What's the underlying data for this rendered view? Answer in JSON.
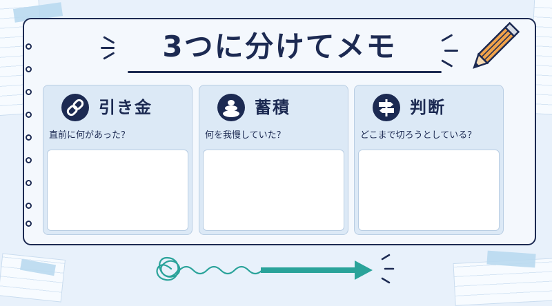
{
  "title": "3つに分けてメモ",
  "columns": [
    {
      "name": "引き金",
      "question": "直前に何があった？",
      "icon": "link-icon"
    },
    {
      "name": "蓄積",
      "question": "何を我慢していた？",
      "icon": "stacked-stones-icon"
    },
    {
      "name": "判断",
      "question": "どこまで切ろうとしている？",
      "icon": "signpost-icon"
    }
  ],
  "colors": {
    "navy": "#1c2a52",
    "panel": "#dce9f6",
    "teal": "#2aa39a",
    "pencil": "#f0a24a",
    "background": "#e8f1fb"
  }
}
